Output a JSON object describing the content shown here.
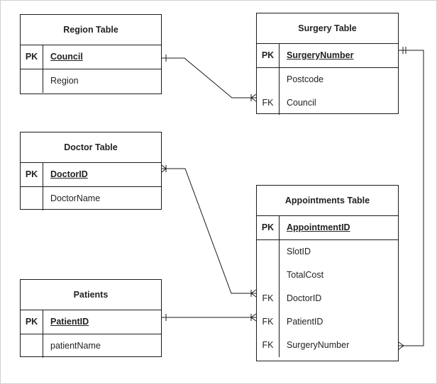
{
  "region_table": {
    "title": "Region Table",
    "rows": [
      {
        "key": "PK",
        "field": "Council"
      },
      {
        "key": "",
        "field": "Region"
      }
    ]
  },
  "surgery_table": {
    "title": "Surgery Table",
    "rows": [
      {
        "key": "PK",
        "field": "SurgeryNumber"
      },
      {
        "key": "",
        "field": "Postcode"
      },
      {
        "key": "FK",
        "field": "Council"
      }
    ]
  },
  "doctor_table": {
    "title": "Doctor Table",
    "rows": [
      {
        "key": "PK",
        "field": "DoctorID"
      },
      {
        "key": "",
        "field": "DoctorName"
      }
    ]
  },
  "appointments_table": {
    "title": "Appointments Table",
    "rows": [
      {
        "key": "PK",
        "field": "AppointmentID"
      },
      {
        "key": "",
        "field": "SlotID"
      },
      {
        "key": "",
        "field": "TotalCost"
      },
      {
        "key": "FK",
        "field": "DoctorID"
      },
      {
        "key": "FK",
        "field": "PatientID"
      },
      {
        "key": "FK",
        "field": "SurgeryNumber"
      }
    ]
  },
  "patients_table": {
    "title": "Patients",
    "rows": [
      {
        "key": "PK",
        "field": "PatientID"
      },
      {
        "key": "",
        "field": "patientName"
      }
    ]
  }
}
